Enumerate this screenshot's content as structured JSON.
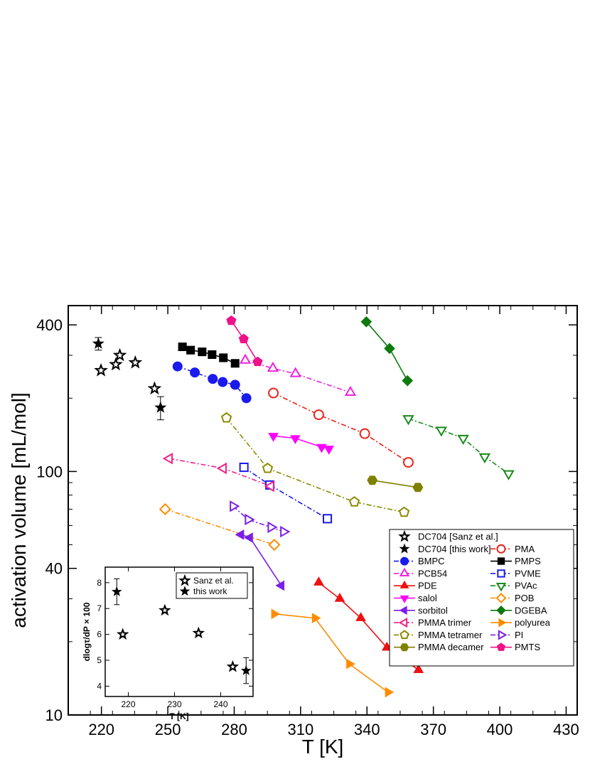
{
  "chart_data": [
    {
      "type": "scatter",
      "xlabel": "T  [K]",
      "ylabel": "activation volume  [mL/mol]",
      "xlim": [
        205,
        435
      ],
      "ylim": [
        10,
        480
      ],
      "yscale": "log",
      "x_ticks": [
        220,
        250,
        280,
        310,
        340,
        370,
        400,
        430
      ],
      "y_ticks": [
        10,
        40,
        100,
        400
      ],
      "legend_position": "bottom-right",
      "series": [
        {
          "name": "DC704 [Sanz et al.]",
          "color": "#000000",
          "marker": "star-open",
          "line": "none",
          "x": [
            219.8,
            228.3,
            235.3,
            244,
            226.5
          ],
          "y": [
            260,
            300,
            280,
            219,
            275
          ]
        },
        {
          "name": "DC704 [this work]",
          "color": "#000000",
          "marker": "star-filled",
          "line": "none",
          "x": [
            218.6,
            246.7
          ],
          "y": [
            335,
            183
          ],
          "yerr": [
            20,
            20
          ]
        },
        {
          "name": "PMA",
          "color": "#e8231a",
          "marker": "circle-open",
          "line": "dashdot",
          "x": [
            297.7,
            318.2,
            339,
            358.7
          ],
          "y": [
            210,
            171,
            143,
            109
          ]
        },
        {
          "name": "BMPC",
          "color": "#1a1aee",
          "marker": "circle-filled",
          "line": "dashdot",
          "x": [
            254.4,
            262.2,
            270.3,
            274.8,
            280.4,
            285.5
          ],
          "y": [
            270,
            255,
            240,
            233,
            227,
            200
          ]
        },
        {
          "name": "PMPS",
          "color": "#000000",
          "marker": "square-filled",
          "line": "solid",
          "x": [
            256.6,
            260.3,
            265.5,
            270,
            275.1,
            280.4
          ],
          "y": [
            325,
            315,
            310,
            302,
            293,
            278
          ]
        },
        {
          "name": "PCB54",
          "color": "#ee22dd",
          "marker": "triangle-up-open",
          "line": "dashdot",
          "x": [
            285,
            297.5,
            307.7,
            332.5
          ],
          "y": [
            286,
            265,
            252,
            211
          ]
        },
        {
          "name": "PVME",
          "color": "#1a1aee",
          "marker": "square-open",
          "line": "dashdot",
          "x": [
            284.4,
            296.1,
            322.1
          ],
          "y": [
            104,
            88,
            64
          ]
        },
        {
          "name": "PDE",
          "color": "#ee1111",
          "marker": "triangle-up-filled",
          "line": "solid",
          "x": [
            318.2,
            327.7,
            337.2,
            349,
            363.3
          ],
          "y": [
            35,
            30,
            25,
            18.9,
            15.3
          ]
        },
        {
          "name": "PVAc",
          "color": "#1a8a1a",
          "marker": "triangle-down-open",
          "line": "dashdot",
          "x": [
            358.7,
            373.6,
            383.5,
            393.2,
            404
          ],
          "y": [
            165,
            148,
            137,
            115,
            98
          ]
        },
        {
          "name": "salol",
          "color": "#ff00ff",
          "marker": "triangle-down-filled",
          "line": "solid",
          "x": [
            297.7,
            307.6,
            319.5,
            322.8
          ],
          "y": [
            140,
            137,
            126,
            124
          ]
        },
        {
          "name": "POB",
          "color": "#ff8c00",
          "marker": "diamond-open",
          "line": "dashdot",
          "x": [
            248.8,
            298.1
          ],
          "y": [
            70,
            50
          ]
        },
        {
          "name": "sorbitol",
          "color": "#7a1ee8",
          "marker": "triangle-left-filled",
          "line": "solid",
          "x": [
            283.1,
            287.1,
            301.3
          ],
          "y": [
            55,
            53.5,
            34
          ]
        },
        {
          "name": "DGEBA",
          "color": "#0e7a0e",
          "marker": "diamond-filled",
          "line": "solid",
          "x": [
            339.7,
            350.2,
            358.3
          ],
          "y": [
            412,
            320,
            236
          ]
        },
        {
          "name": "PMMA trimer",
          "color": "#ee2288",
          "marker": "triangle-left-open",
          "line": "dashdot",
          "x": [
            250.7,
            275.1,
            296.6
          ],
          "y": [
            113,
            103,
            87
          ]
        },
        {
          "name": "polyurea",
          "color": "#ff8c00",
          "marker": "triangle-right-filled",
          "line": "solid",
          "x": [
            298.1,
            316.5,
            332,
            349.5
          ],
          "y": [
            26,
            25,
            16.2,
            12.4
          ]
        },
        {
          "name": "PMMA tetramer",
          "color": "#8b8b00",
          "marker": "pentagon-open",
          "line": "dashdot",
          "x": [
            276.5,
            295.1,
            334.3,
            356.8
          ],
          "y": [
            166,
            103,
            75,
            68
          ]
        },
        {
          "name": "PI",
          "color": "#7a1ee8",
          "marker": "triangle-right-open",
          "line": "dashdot",
          "x": [
            279.5,
            286.3,
            296.6,
            302.3
          ],
          "y": [
            72,
            63.5,
            59,
            56.6
          ]
        },
        {
          "name": "PMMA decamer",
          "color": "#808000",
          "marker": "hexagon-filled",
          "line": "solid",
          "x": [
            342.4,
            363
          ],
          "y": [
            92,
            86
          ]
        },
        {
          "name": "PMTS",
          "color": "#ee1188",
          "marker": "pentagon-filled",
          "line": "solid",
          "x": [
            278.7,
            284.3,
            290.6
          ],
          "y": [
            416,
            350,
            282
          ]
        }
      ]
    },
    {
      "type": "scatter",
      "xlabel": "T  [K]",
      "ylabel": "dlogτ/dP × 100",
      "xlim": [
        215,
        247
      ],
      "ylim": [
        3.6,
        8.6
      ],
      "x_ticks": [
        220,
        230,
        240
      ],
      "y_ticks": [
        4,
        5,
        6,
        7,
        8
      ],
      "legend_position": "top-right",
      "series": [
        {
          "name": "Sanz et al.",
          "color": "#000000",
          "marker": "star-open",
          "x": [
            218.8,
            227.9,
            235.2,
            242.6
          ],
          "y": [
            6.0,
            6.93,
            6.05,
            4.75
          ]
        },
        {
          "name": "this work",
          "color": "#000000",
          "marker": "star-filled",
          "x": [
            217.5,
            245.5
          ],
          "y": [
            7.65,
            4.6
          ],
          "yerr": [
            0.5,
            0.5
          ]
        }
      ]
    }
  ]
}
